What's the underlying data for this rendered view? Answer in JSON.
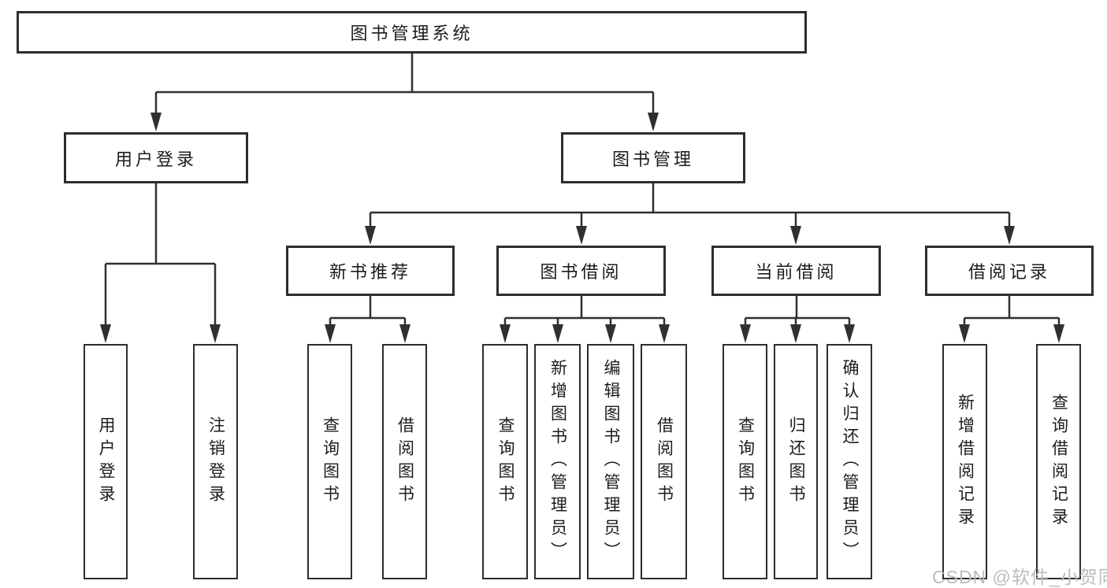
{
  "diagram": {
    "root": {
      "label": "图书管理系统"
    },
    "branches": [
      {
        "label": "用户登录",
        "children": [
          {
            "label": "用户登录"
          },
          {
            "label": "注销登录"
          }
        ]
      },
      {
        "label": "图书管理",
        "children": [
          {
            "label": "新书推荐",
            "children": [
              {
                "label": "查询图书"
              },
              {
                "label": "借阅图书"
              }
            ]
          },
          {
            "label": "图书借阅",
            "children": [
              {
                "label": "查询图书"
              },
              {
                "label": "新增图书（管理员）"
              },
              {
                "label": "编辑图书（管理员）"
              },
              {
                "label": "借阅图书"
              }
            ]
          },
          {
            "label": "当前借阅",
            "children": [
              {
                "label": "查询图书"
              },
              {
                "label": "归还图书"
              },
              {
                "label": "确认归还（管理员）"
              }
            ]
          },
          {
            "label": "借阅记录",
            "children": [
              {
                "label": "新增借阅记录"
              },
              {
                "label": "查询借阅记录"
              }
            ]
          }
        ]
      }
    ],
    "watermark": "CSDN @软件_小贺同学",
    "colors": {
      "line": "#303030",
      "box_border": "#2d2d2d",
      "text": "#1c1c1c",
      "watermark": "#bcbcbc",
      "background": "#ffffff"
    }
  }
}
